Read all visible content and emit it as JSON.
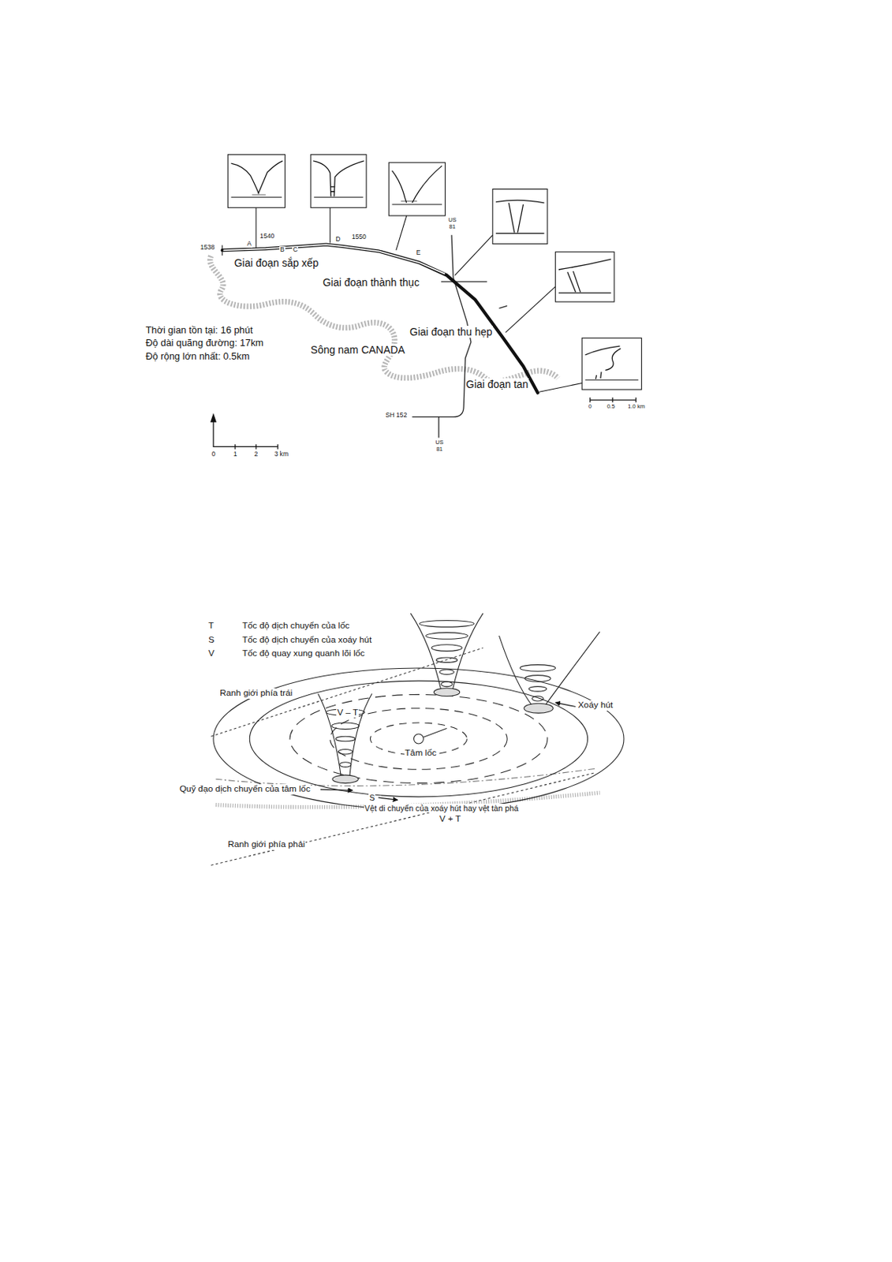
{
  "diagram": {
    "labels": [
      "1538",
      "1540",
      "A",
      "B",
      "C",
      "D",
      "1550",
      "E",
      "US 81",
      "Giai đoạn sắp xếp",
      "Giai đoạn thành thục",
      "Giai đoạn thu hẹp",
      "Giai đoạn tan",
      "Thời gian tồn tại: 16 phút",
      "Độ dài quãng đường: 17km",
      "Độ rộng lớn nhất: 0.5km",
      "Sông nam CANADA",
      "SH 152",
      "US 81",
      "0",
      "1",
      "2",
      "3 km",
      "0",
      "0.5",
      "1.0 km",
      "T",
      "Tốc độ dịch chuyển của lốc",
      "S",
      "Tốc độ dịch chuyển của xoáy hút",
      "V",
      "Tốc độ quay xung quanh lõi lốc",
      "Ranh giới phía trái",
      "V – T",
      "Xoáy hút",
      "Tâm lốc",
      "Quỹ đạo dịch chuyển của tâm lốc",
      "S",
      "Vệt di chuyển của xoáy hút hay vệt tàn phá",
      "V + T",
      "Ranh giới phía phải"
    ]
  }
}
